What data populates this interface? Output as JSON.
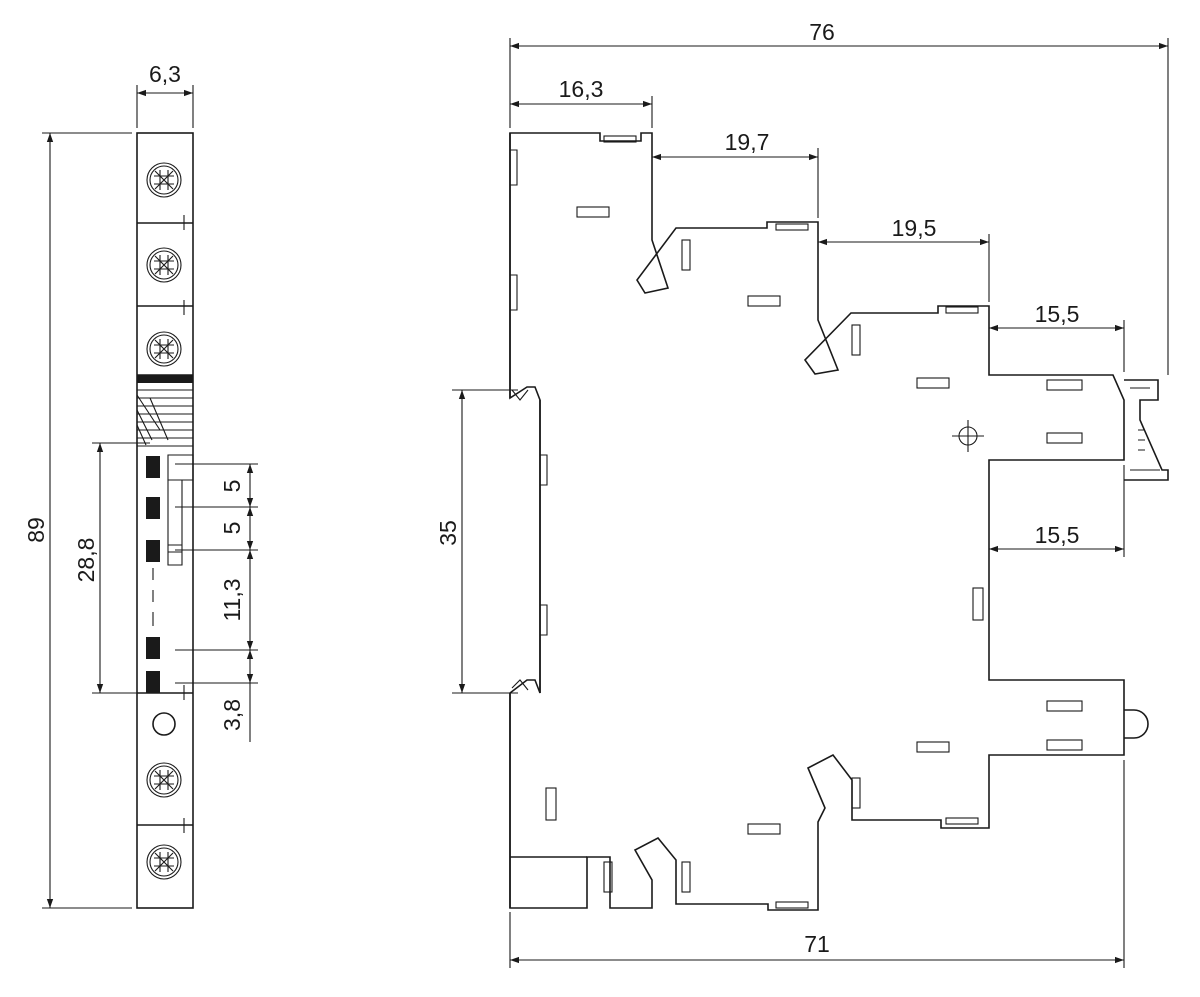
{
  "dimensions": {
    "width_side": "6,3",
    "height_total": "89",
    "height_pins": "28,8",
    "pitch_1": "5",
    "pitch_2": "5",
    "gap": "11,3",
    "bottom_offset": "3,8",
    "rail_height": "35",
    "depth_total": "76",
    "step_1": "16,3",
    "step_2": "19,7",
    "step_3": "19,5",
    "step_4_top": "15,5",
    "step_4_bottom": "15,5",
    "depth_base": "71"
  },
  "colors": {
    "line": "#1a1a1a",
    "background": "#ffffff"
  }
}
